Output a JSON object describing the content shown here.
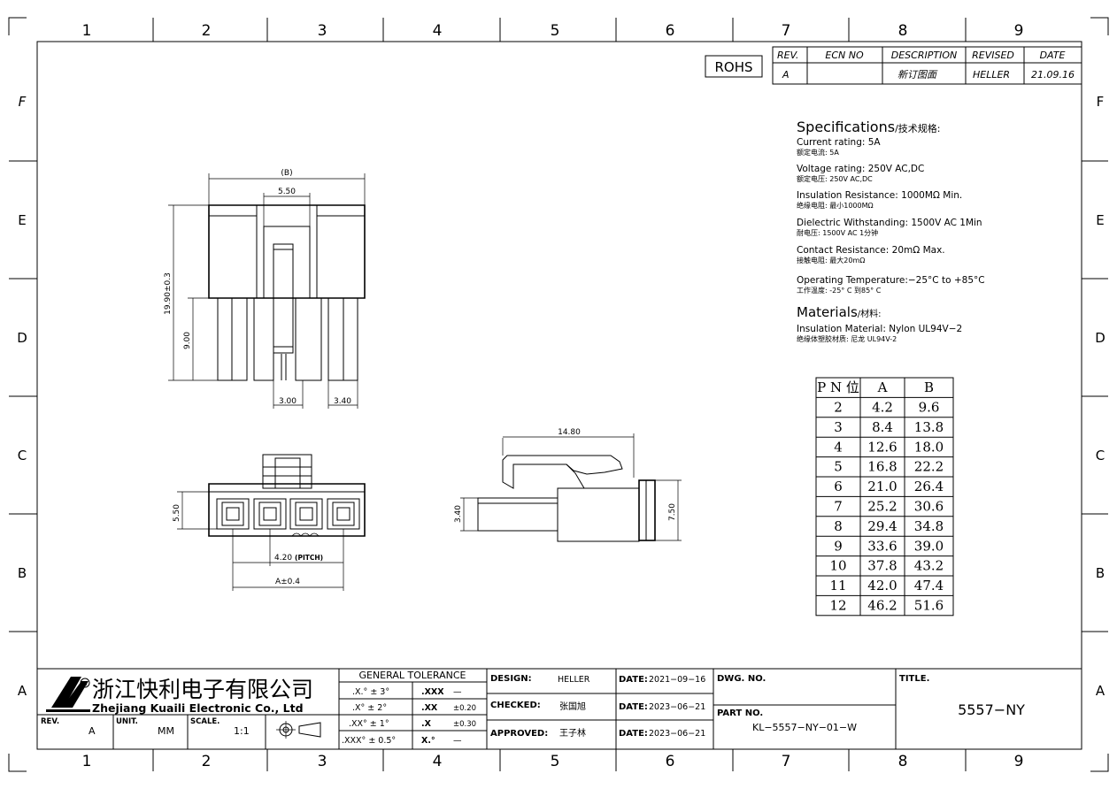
{
  "zones": {
    "columns": [
      "1",
      "2",
      "3",
      "4",
      "5",
      "6",
      "7",
      "8",
      "9"
    ],
    "rows": [
      "F",
      "E",
      "D",
      "C",
      "B",
      "A"
    ]
  },
  "rohs": "ROHS",
  "revision_table": {
    "headers": [
      "REV.",
      "ECN NO",
      "DESCRIPTION",
      "REVISED",
      "DATE"
    ],
    "row": [
      "A",
      "",
      "新订图面",
      "HELLER",
      "21.09.16"
    ]
  },
  "specs": {
    "title": "Specifications",
    "title_cn": "/技术规格:",
    "items": [
      {
        "en": "Current rating: 5A",
        "cn": "额定电流: 5A"
      },
      {
        "en": "Voltage rating: 250V AC,DC",
        "cn": "额定电压: 250V AC,DC"
      },
      {
        "en": "Insulation Resistance: 1000MΩ Min.",
        "cn": "绝缘电阻: 最小1000MΩ"
      },
      {
        "en": "Dielectric Withstanding:  1500V AC   1Min",
        "cn": "耐电压: 1500V AC 1分钟"
      },
      {
        "en": "Contact Resistance:  20mΩ Max.",
        "cn": "接触电阻: 最大20mΩ"
      },
      {
        "en": "Operating Temperature:−25°C to +85°C",
        "cn": "工作温度: -25° C 到85° C"
      }
    ],
    "materials_title": "Materials",
    "materials_title_cn": "/材料:",
    "materials": [
      {
        "en": "Insulation Material: Nylon UL94V−2",
        "cn": "绝缘体塑胶材质: 尼龙 UL94V-2"
      }
    ]
  },
  "pin_table": {
    "headers": [
      "P N 位",
      "A",
      "B"
    ],
    "rows": [
      [
        "2",
        "4.2",
        "9.6"
      ],
      [
        "3",
        "8.4",
        "13.8"
      ],
      [
        "4",
        "12.6",
        "18.0"
      ],
      [
        "5",
        "16.8",
        "22.2"
      ],
      [
        "6",
        "21.0",
        "26.4"
      ],
      [
        "7",
        "25.2",
        "30.6"
      ],
      [
        "8",
        "29.4",
        "34.8"
      ],
      [
        "9",
        "33.6",
        "39.0"
      ],
      [
        "10",
        "37.8",
        "43.2"
      ],
      [
        "11",
        "42.0",
        "47.4"
      ],
      [
        "12",
        "46.2",
        "51.6"
      ]
    ]
  },
  "dims": {
    "b": "(B)",
    "w550": "5.50",
    "h1990": "19.90±0.3",
    "h900": "9.00",
    "w300": "3.00",
    "w340": "3.40",
    "h550b": "5.50",
    "pitch": "4.20",
    "pitch_tag": "(PITCH)",
    "a": "A±0.4",
    "w1480": "14.80",
    "h340": "3.40",
    "h750": "7.50"
  },
  "title_block": {
    "company_cn": "浙江快利电子有限公司",
    "company_en": "Zhejiang Kuaili Electronic Co., Ltd",
    "rev_label": "REV.",
    "rev": "A",
    "unit_label": "UNIT.",
    "unit": "MM",
    "scale_label": "SCALE.",
    "scale": "1:1",
    "tolerance_title": "GENERAL TOLERANCE",
    "tol_left": [
      ".X.° ± 3°",
      ".X° ± 2°",
      ".XX° ± 1°",
      ".XXX° ± 0.5°"
    ],
    "tol_right_labels": [
      ".XXX",
      ".XX",
      ".X",
      "X.°"
    ],
    "tol_right_values": [
      "—",
      "±0.20",
      "±0.30",
      "—"
    ],
    "design_label": "DESIGN:",
    "design": "HELLER",
    "checked_label": "CHECKED:",
    "checked": "张国旭",
    "approved_label": "APPROVED:",
    "approved": "王子林",
    "date_label": "DATE:",
    "date_design": "2021−09−16",
    "date_checked": "2023−06−21",
    "date_approved": "2023−06−21",
    "dwg_label": "DWG. NO.",
    "part_label": "PART NO.",
    "part_no": "KL−5557−NY−01−W",
    "title_label": "TITLE.",
    "title": "5557−NY"
  }
}
